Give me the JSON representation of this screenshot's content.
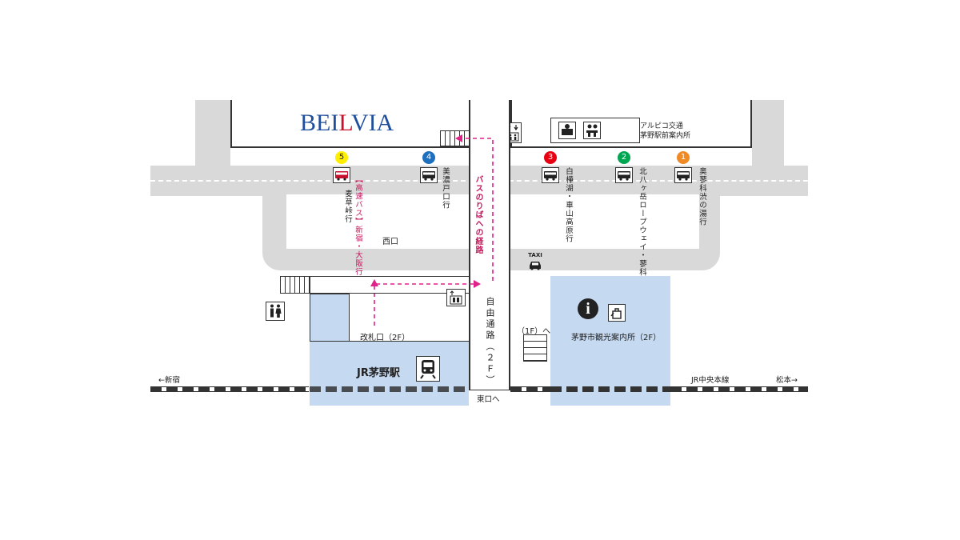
{
  "building": {
    "brand": "BEILVIA"
  },
  "alpico": {
    "line1": "アルピコ交通",
    "line2": "茅野駅前案内所"
  },
  "stops": [
    {
      "num": "5",
      "color": "#ffee00",
      "num_color": "#222",
      "label_main": "麦草峠行",
      "label_sub": "【高速バス】新宿・大阪行"
    },
    {
      "num": "4",
      "color": "#1f6fbf",
      "label_main": "美濃戸口行"
    },
    {
      "num": "3",
      "color": "#e60012",
      "label_main": "白樺湖・車山高原行"
    },
    {
      "num": "2",
      "color": "#00a650",
      "label_main": "北八ヶ岳ロープウェイ・蓼科高原行"
    },
    {
      "num": "1",
      "color": "#f08a24",
      "label_main": "奥蓼科渋の湯行"
    }
  ],
  "route_label": "バスのりばへの経路",
  "west_exit": "西口",
  "taxi": "TAXI",
  "free_passage": "自由通路（２Ｆ）",
  "east_exit": "東口へ",
  "ticket_gate": "改札口（2F）",
  "floor1": "（1F）へ",
  "station": "JR茅野駅",
  "tourist_info": "茅野市観光案内所（2F）",
  "rail_left": "←新宿",
  "rail_line": "JR中央本線",
  "rail_right": "松本→",
  "colors": {
    "road": "#d9d9d9",
    "building": "#c5d9f1",
    "route": "#e0218a",
    "brand_red": "#c8102e",
    "brand_blue": "#1f4e9c"
  }
}
